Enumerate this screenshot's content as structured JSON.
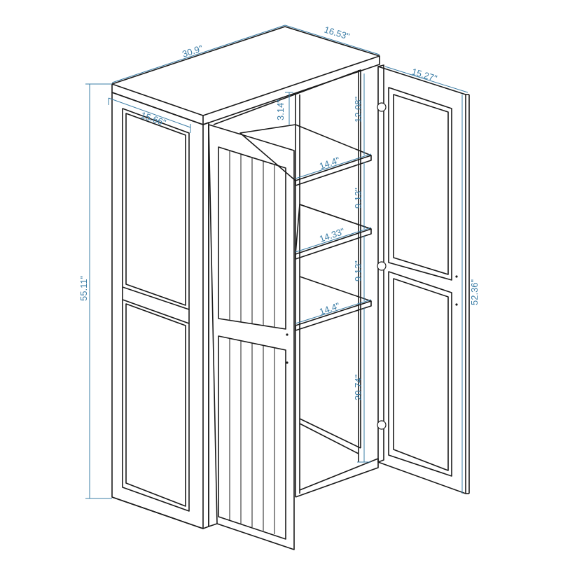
{
  "diagram": {
    "colors": {
      "line": "#1a1a1a",
      "dimension": "#3a7ca5",
      "background": "#ffffff"
    },
    "dimensions": {
      "top_width": "30.9\"",
      "top_depth": "16.53\"",
      "door_width_right": "15.27\"",
      "door_width_left": "15.66\"",
      "overall_height": "55.11\"",
      "door_height": "52.36\"",
      "top_gap": "3.14\"",
      "space_top": "12.08\"",
      "shelf_depth_1": "14.4\"",
      "space_mid_1": "9.13\"",
      "shelf_depth_2": "14.33\"",
      "space_mid_2": "9.13\"",
      "shelf_depth_3": "14.4\"",
      "space_bottom": "20.74\""
    }
  }
}
